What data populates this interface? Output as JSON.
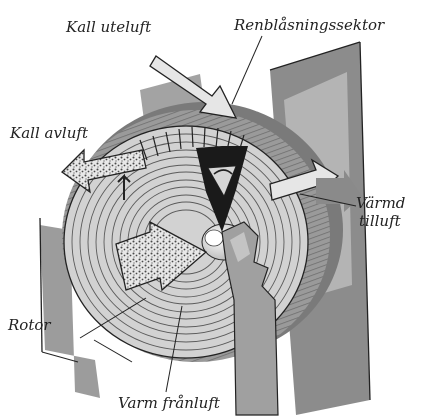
{
  "labels": {
    "kall_uteluft": "Kall uteluft",
    "renblasningssektor": "Renblåsningssektor",
    "kall_avluft": "Kall avluft",
    "varmd_tilluft_1": "Värmd",
    "varmd_tilluft_2": "tilluft",
    "rotor": "Rotor",
    "varm_franluft": "Varm frånluft"
  },
  "colors": {
    "ink": "#222222",
    "duct_wall": "#8c8c8c",
    "duct_wall_light": "#b4b4b4",
    "rotor_face": "#d2d2d2",
    "rotor_rings": "#5a5a5a",
    "arrow_fill": "#e6e6e6",
    "speckle": "#4a4a4a"
  }
}
